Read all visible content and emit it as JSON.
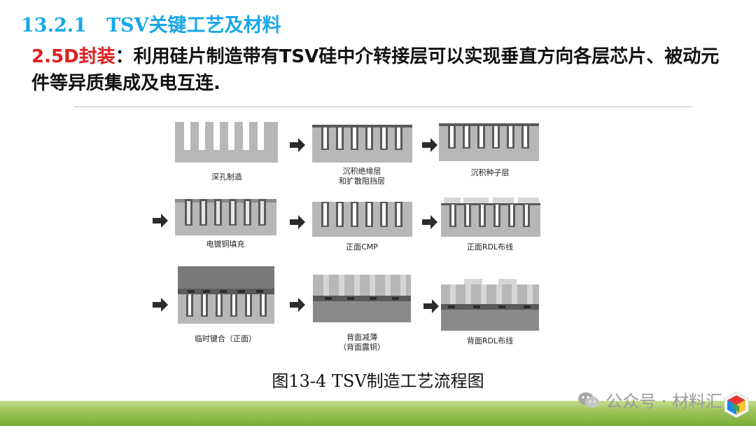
{
  "title": {
    "number": "13.2.1",
    "text": "TSV关键工艺及材料"
  },
  "lead": {
    "tag": "2.5D封装",
    "text": "：利用硅片制造带有TSV硅中介转接层可以实现垂直方向各层芯片、被动元件等异质集成及电互连."
  },
  "steps": [
    {
      "line1": "深孔制造",
      "line2": ""
    },
    {
      "line1": "沉积绝缘层",
      "line2": "和扩散阻挡层"
    },
    {
      "line1": "沉积种子层",
      "line2": ""
    },
    {
      "line1": "电镀铜填充",
      "line2": ""
    },
    {
      "line1": "正面CMP",
      "line2": ""
    },
    {
      "line1": "正面RDL布线",
      "line2": ""
    },
    {
      "line1": "临时键合（正面）",
      "line2": ""
    },
    {
      "line1": "背面减薄",
      "line2": "（背面露铜）"
    },
    {
      "line1": "背面RDL布线",
      "line2": ""
    }
  ],
  "caption": "图13-4  TSV制造工艺流程图",
  "watermark": {
    "text": "公众号 · 材料汇",
    "icon": "wechat-icon"
  },
  "colors": {
    "title": "#18a7e6",
    "tag": "#e01e1e",
    "silicon": "#b7b7b7",
    "fill": "#d6d6d6",
    "dark": "#3a3a3a",
    "green_bar": "#8bbb4a"
  }
}
